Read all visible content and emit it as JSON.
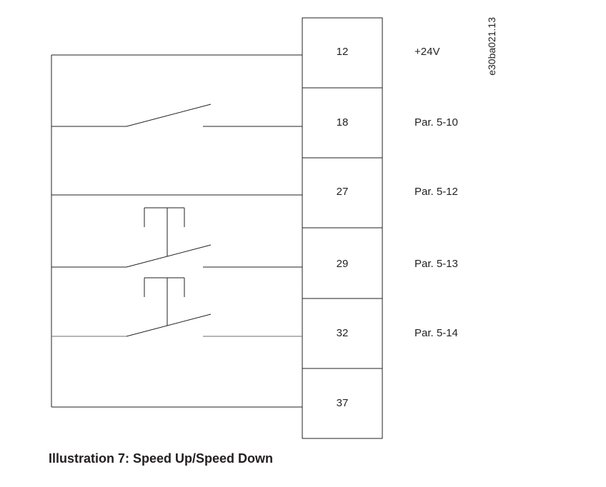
{
  "terminals": [
    {
      "number": "12",
      "function": "+24V"
    },
    {
      "number": "18",
      "function": "Par. 5-10"
    },
    {
      "number": "27",
      "function": "Par. 5-12"
    },
    {
      "number": "29",
      "function": "Par. 5-13"
    },
    {
      "number": "32",
      "function": "Par. 5-14"
    },
    {
      "number": "37",
      "function": ""
    }
  ],
  "document_code": "e30ba021.13",
  "caption": "Illustration 7: Speed Up/Speed Down"
}
